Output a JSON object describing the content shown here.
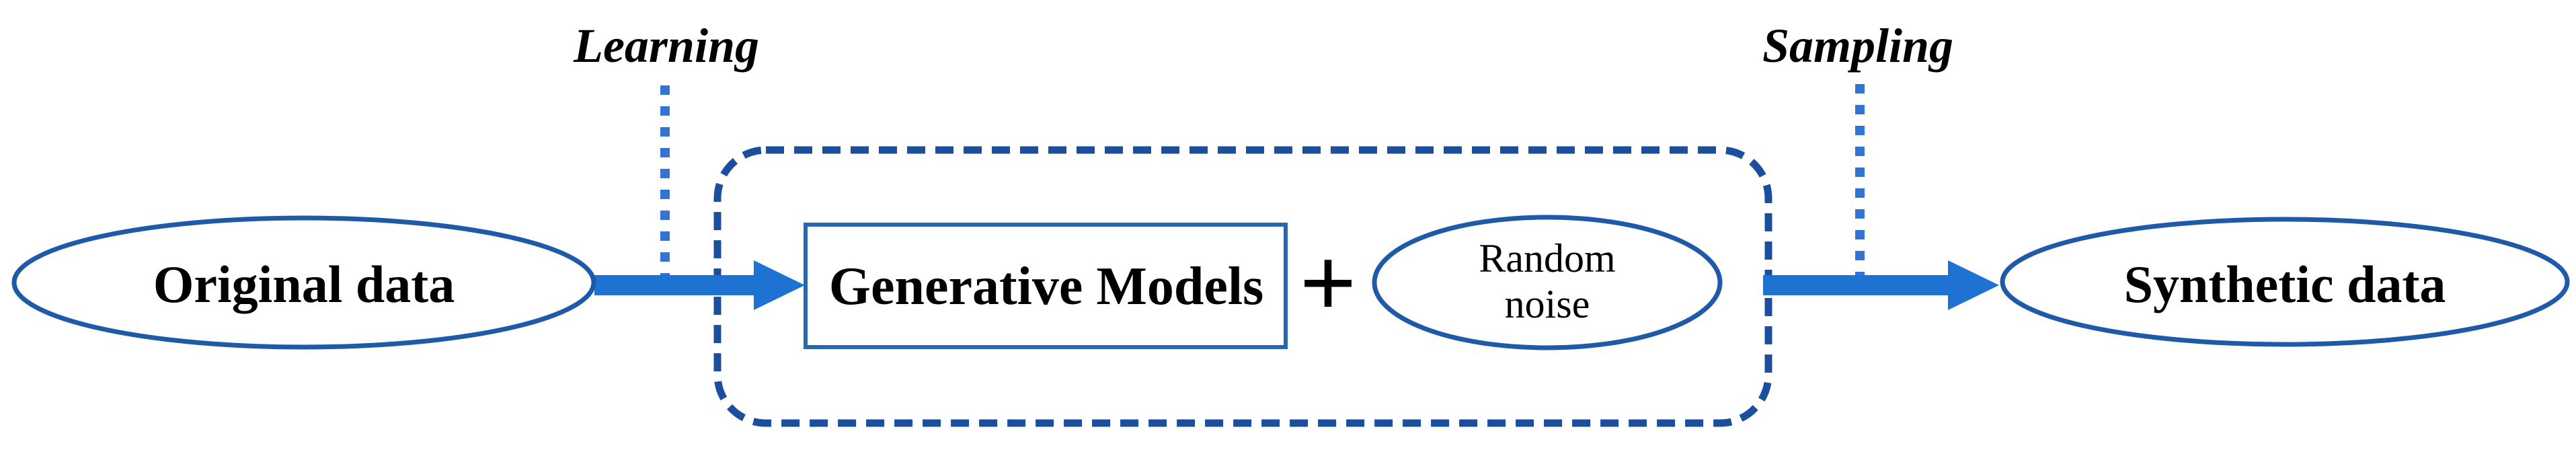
{
  "diagram": {
    "captions": {
      "learning": "Learning",
      "sampling": "Sampling"
    },
    "nodes": {
      "original_data": "Original data",
      "generative_models": "Generative Models",
      "plus_operator": "+",
      "random_noise": {
        "line1": "Random",
        "line2": "noise"
      },
      "synthetic_data": "Synthetic data"
    },
    "colors": {
      "background": "#ffffff",
      "arrow-blue": "#1d72d2",
      "dotted-line-blue": "#3274d3",
      "dashed-box-blue": "#1b4f9e",
      "ellipse-border-blue": "#1e5aa8",
      "box-border-blue": "#2767b0",
      "text-black": "#000000"
    }
  }
}
